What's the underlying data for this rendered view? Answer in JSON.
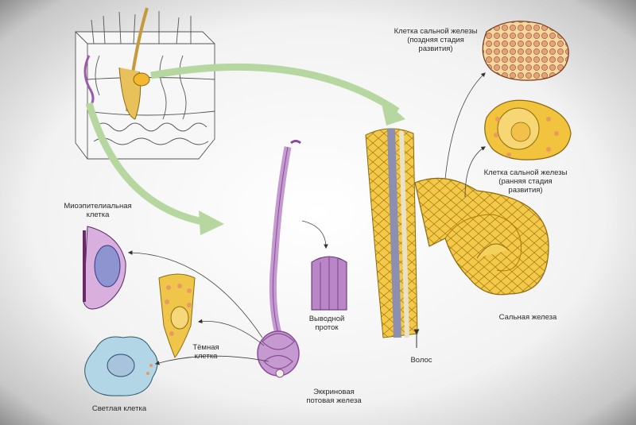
{
  "labels": {
    "late_sebaceous_cell": "Клетка сальной железы\n(поздняя стадия\nразвития)",
    "early_sebaceous_cell": "Клетка сальной железы\n(ранняя стадия\nразвития)",
    "sebaceous_gland": "Сальная железа",
    "hair": "Волос",
    "myoepithelial_cell": "Миоэпителиальная\nклетка",
    "excretory_duct": "Выводной\nпроток",
    "dark_cell": "Тёмная\nклетка",
    "clear_cell": "Светлая клетка",
    "eccrine_gland": "Эккриновая\nпотовая железа"
  },
  "colors": {
    "background_center": "#f6f6f6",
    "vignette": "#3a3a3a",
    "sebaceous_yellow": "#f0c23c",
    "sebaceous_dark": "#c9971a",
    "cell_orange": "#e8a070",
    "gland_purple": "#b98bc4",
    "myoepithelial_nucleus": "#7f86c8",
    "clear_cell_blue": "#a9cfe0",
    "arrow_green": "#c7e0b0"
  }
}
